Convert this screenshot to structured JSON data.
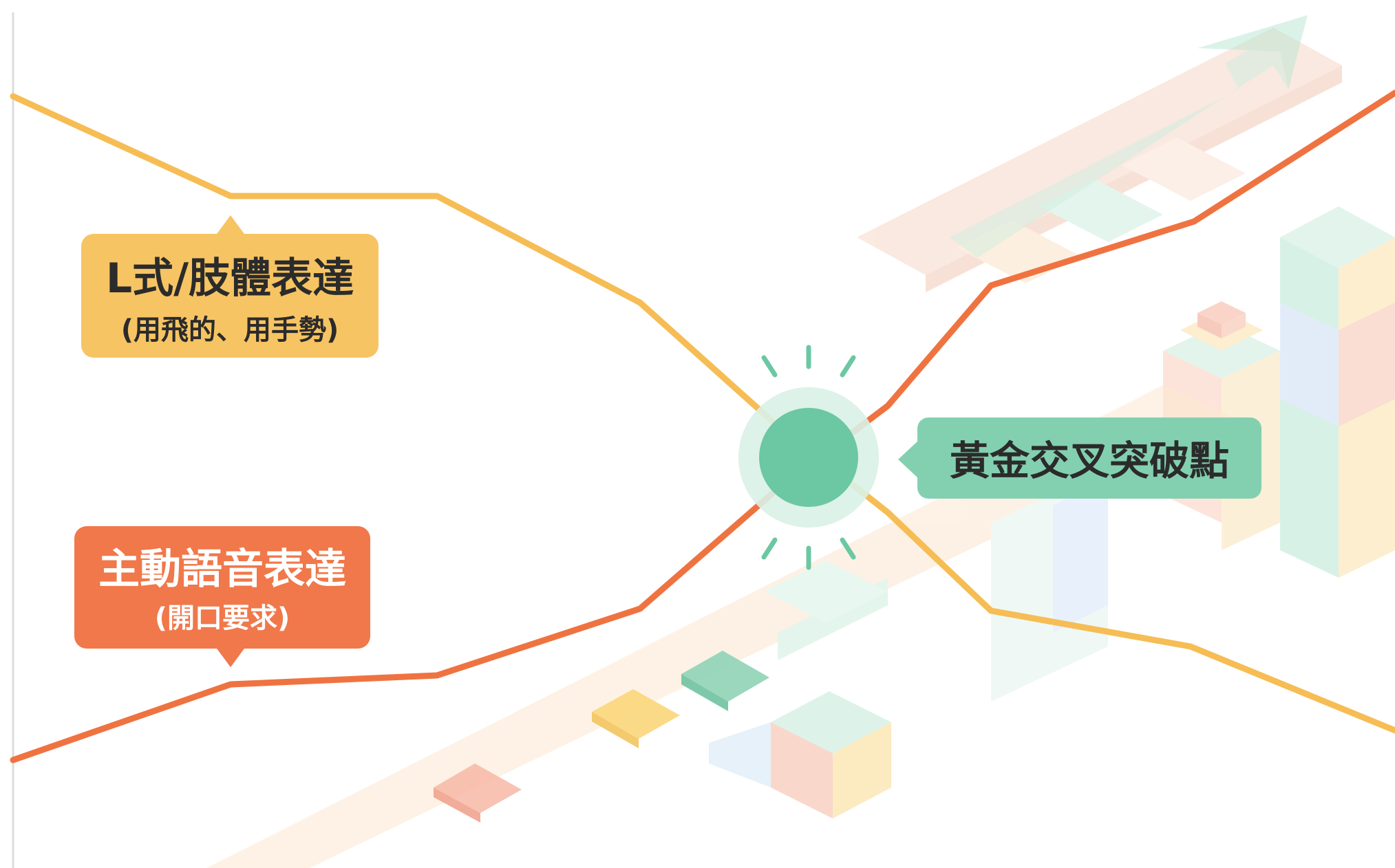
{
  "labels": {
    "gesture": {
      "title": "L式/肢體表達",
      "subtitle": "(用飛的、用手勢)"
    },
    "speech": {
      "title": "主動語音表達",
      "subtitle": "(開口要求)"
    },
    "crossover": {
      "title": "黃金交叉突破點"
    }
  },
  "colors": {
    "gesture_line": "#f6bd55",
    "speech_line": "#ef7341",
    "crossover": "#6cc7a3",
    "gesture_box": "#f7c463",
    "speech_box": "#f0784a",
    "crossover_box": "#83d0b1",
    "text_dark": "#2b2b2b",
    "text_light": "#ffffff"
  },
  "icons": {
    "crossover_marker": "sunburst-circle-icon",
    "trend_arrow": "up-arrow-icon"
  }
}
